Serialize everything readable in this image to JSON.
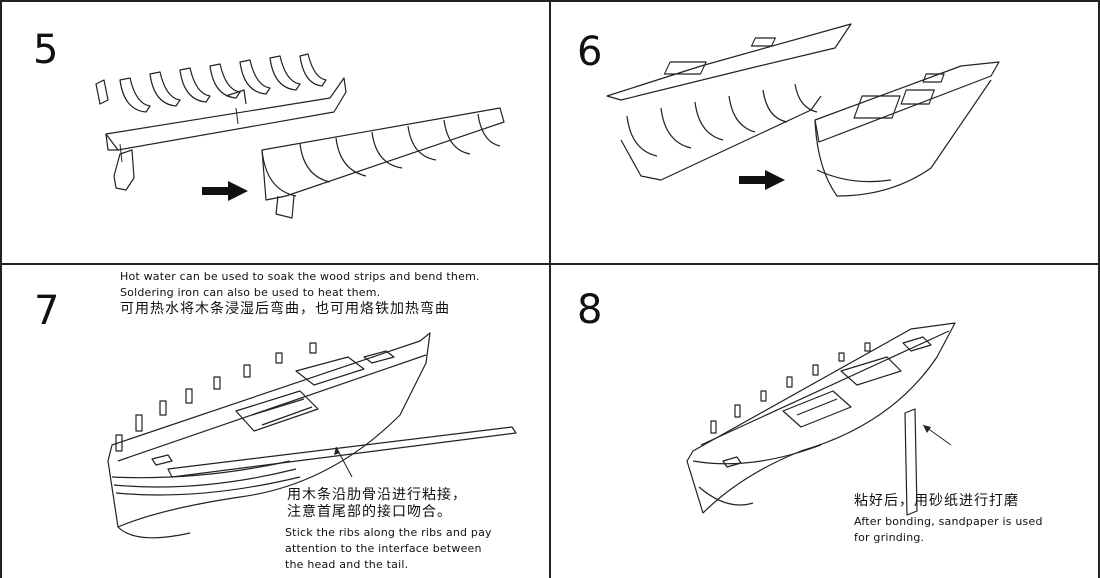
{
  "steps": [
    {
      "number": "5"
    },
    {
      "number": "6"
    },
    {
      "number": "7",
      "top_note_en": [
        "Hot water can be used to soak the wood strips and bend them.",
        "Soldering iron can also be used to heat them."
      ],
      "top_note_cn": "可用热水将木条浸湿后弯曲，也可用烙铁加热弯曲",
      "callout_cn": [
        "用木条沿肋骨沿进行粘接，",
        "注意首尾部的接口吻合。"
      ],
      "callout_en": [
        "Stick the ribs along the ribs and pay",
        "attention to the interface between",
        "the head and the tail."
      ]
    },
    {
      "number": "8",
      "callout_cn": "粘好后，用砂纸进行打磨",
      "callout_en": [
        "After bonding, sandpaper is used",
        "for grinding."
      ]
    }
  ]
}
